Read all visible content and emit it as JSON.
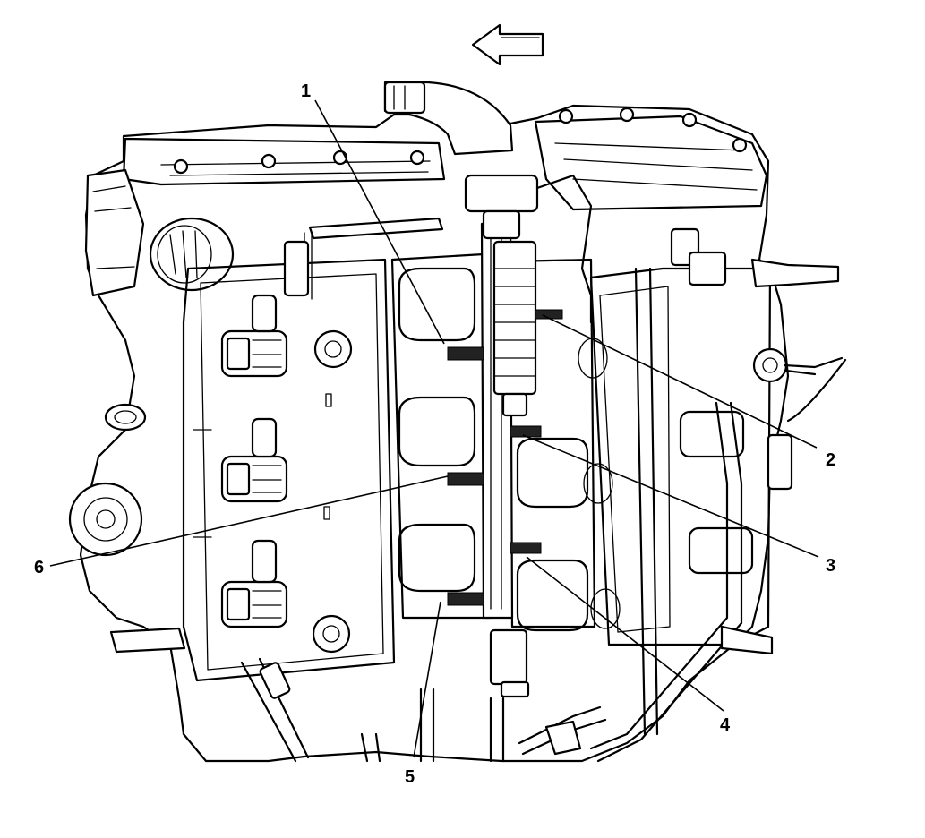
{
  "diagram": {
    "direction_arrow": "left-arrow-icon",
    "callouts": [
      {
        "id": "1",
        "label": "1"
      },
      {
        "id": "2",
        "label": "2"
      },
      {
        "id": "3",
        "label": "3"
      },
      {
        "id": "4",
        "label": "4"
      },
      {
        "id": "5",
        "label": "5"
      },
      {
        "id": "6",
        "label": "6"
      }
    ]
  }
}
